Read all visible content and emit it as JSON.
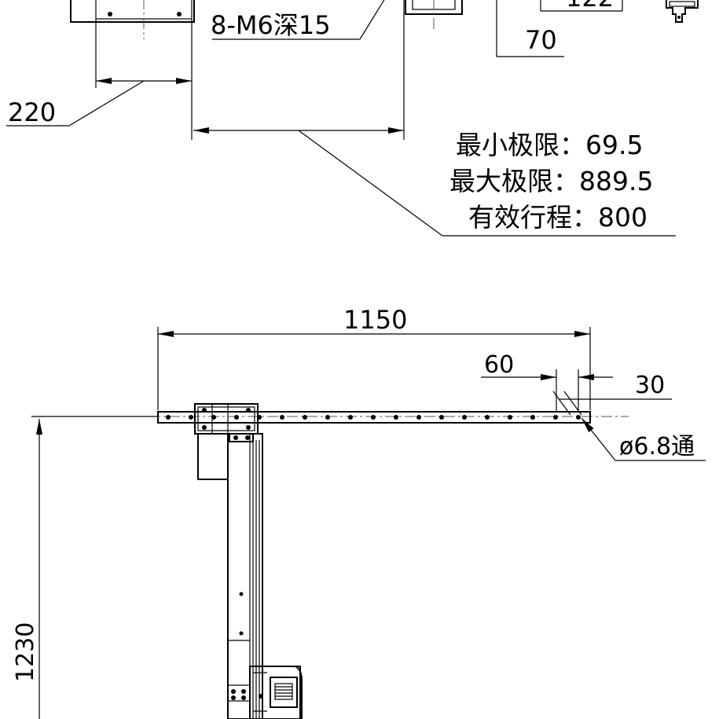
{
  "top_view": {
    "thread_note": "8-M6深15",
    "dim_220": "220",
    "dim_70": "70",
    "dim_partial": "122",
    "limits": {
      "min_limit": "最小极限：69.5",
      "max_limit": "最大极限：889.5",
      "stroke": "有效行程：800"
    }
  },
  "front_view": {
    "dim_1150": "1150",
    "dim_60": "60",
    "dim_30": "30",
    "hole_note": "ø6.8通",
    "dim_1230": "1230"
  }
}
